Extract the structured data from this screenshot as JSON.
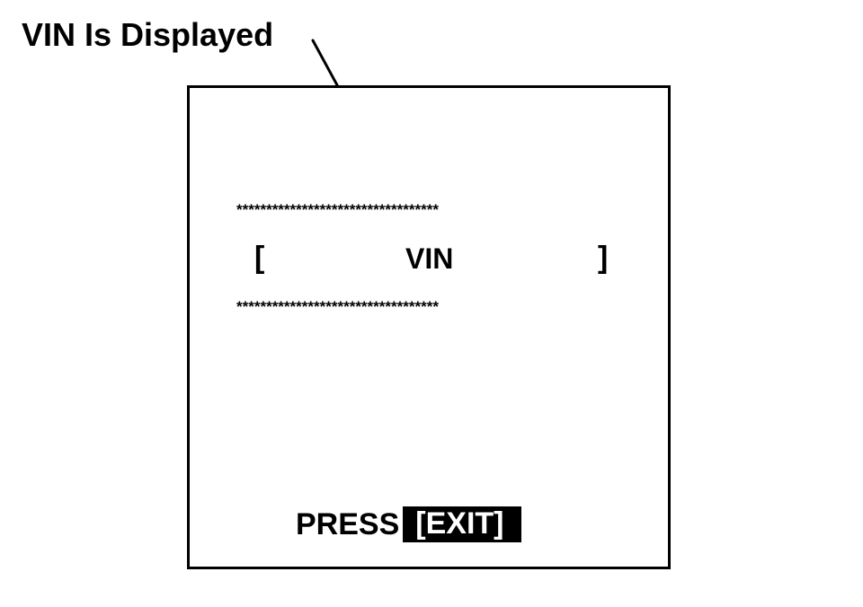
{
  "callout": {
    "label": "VIN Is Displayed"
  },
  "screen": {
    "asterisk_row_top": "**********************************",
    "asterisk_row_bottom": "**********************************",
    "bracket_left": "[",
    "vin_label": "VIN",
    "bracket_right": "]",
    "prompt_text": "PRESS",
    "prompt_key": "[EXIT]"
  },
  "colors": {
    "ink": "#000000",
    "background": "#ffffff"
  }
}
